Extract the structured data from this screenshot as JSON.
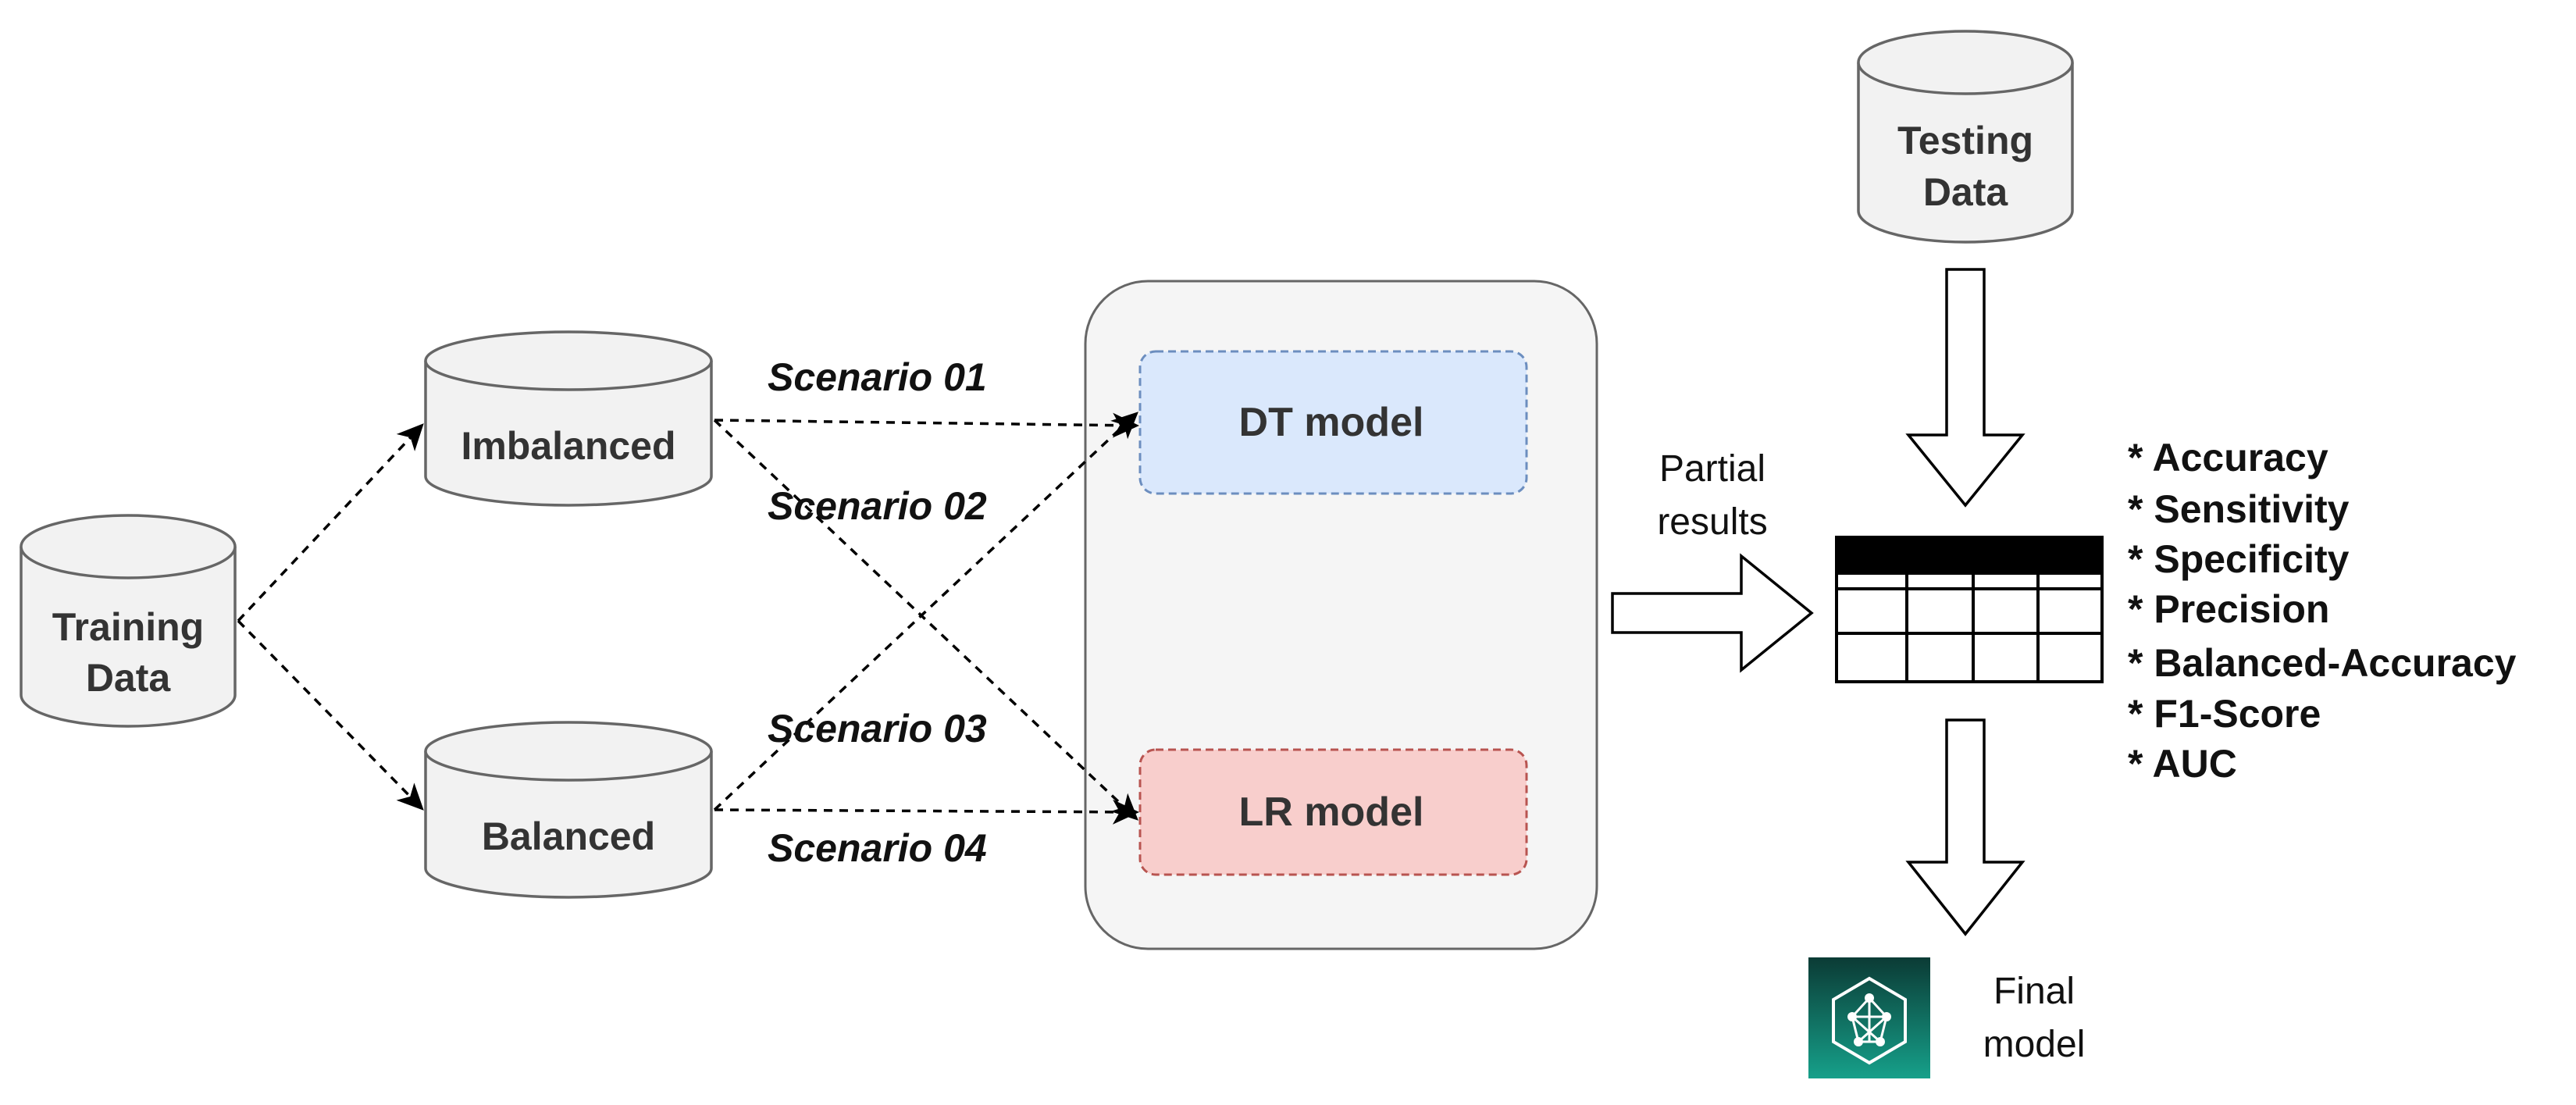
{
  "nodes": {
    "training_data": [
      "Training",
      "Data"
    ],
    "imbalanced": "Imbalanced",
    "balanced": "Balanced",
    "testing_data": [
      "Testing",
      "Data"
    ],
    "dt_model": "DT model",
    "lr_model": "LR model",
    "partial_results": [
      "Partial",
      "results"
    ],
    "final_model": [
      "Final",
      "model"
    ]
  },
  "scenarios": [
    "Scenario 01",
    "Scenario 02",
    "Scenario 03",
    "Scenario 04"
  ],
  "metrics": [
    "* Accuracy",
    "* Sensitivity",
    "* Specificity",
    "* Precision",
    "* Balanced-Accuracy",
    "* F1-Score",
    "* AUC"
  ],
  "colors": {
    "cylinder_fill": "#f2f2f2",
    "cylinder_stroke": "#666666",
    "dt_fill": "#dae8fc",
    "dt_stroke": "#6c8ebf",
    "lr_fill": "#f8cecc",
    "lr_stroke": "#b85450",
    "container_fill": "#f5f5f5",
    "icon_teal_dark": "#0b3b35",
    "icon_teal": "#16a08a"
  },
  "icons": {
    "final_model_icon": "neural-network-hexagon-icon"
  }
}
